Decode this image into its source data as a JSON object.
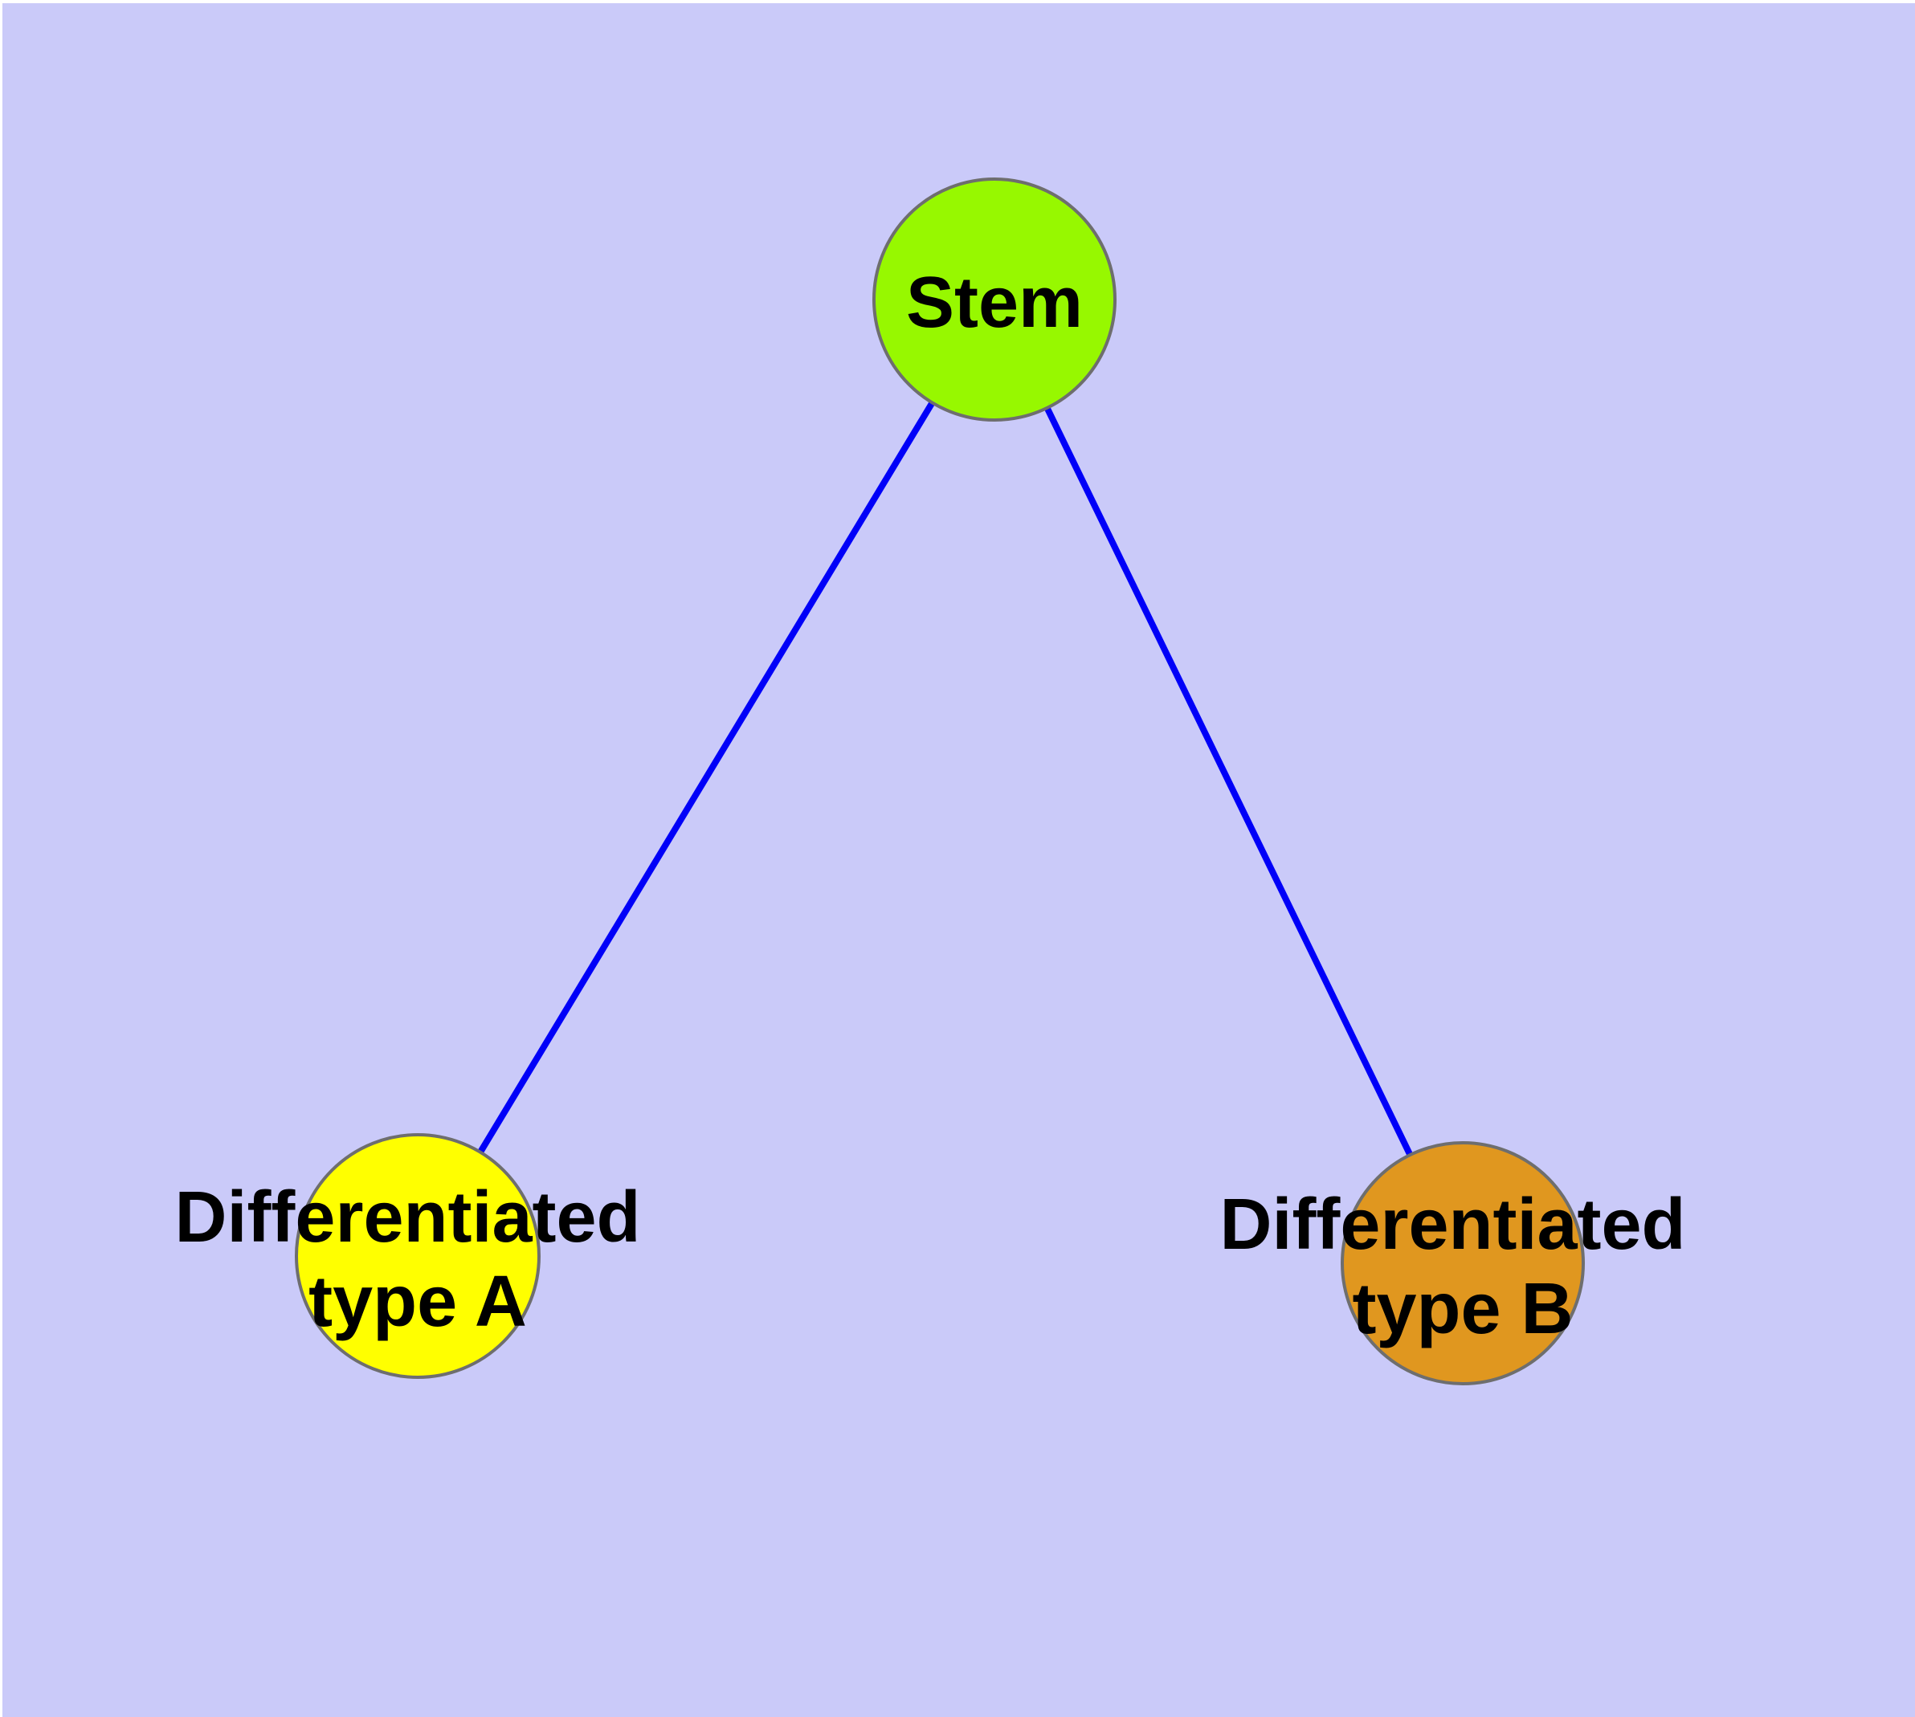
{
  "diagram": {
    "background_color": "#cacaf9",
    "edge_color": "#0000f8",
    "node_border_color": "#6e6e6e",
    "label_color": "#000000",
    "nodes": [
      {
        "id": "stem",
        "lines": [
          "Stem"
        ],
        "fill": "#97f800"
      },
      {
        "id": "differentiated-type-a",
        "lines": [
          "Differentiated",
          "type A"
        ],
        "fill": "#ffff00"
      },
      {
        "id": "differentiated-type-b",
        "lines": [
          "Differentiated",
          "type B"
        ],
        "fill": "#e0971f"
      }
    ],
    "edges": [
      {
        "from": "stem",
        "to": "differentiated-type-a"
      },
      {
        "from": "stem",
        "to": "differentiated-type-b"
      }
    ]
  }
}
